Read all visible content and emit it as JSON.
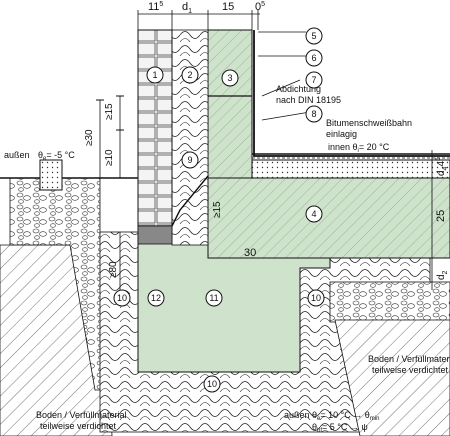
{
  "dims_top": {
    "d1": "11",
    "d1_sup": "5",
    "d2": "d",
    "d2_sub": "1",
    "d3": "15",
    "d4": "0",
    "d4_sup": "5"
  },
  "dims_left": {
    "v1": "≥15",
    "v2": "≥30",
    "v3": "≥10",
    "v4": "≥80"
  },
  "dims_right": {
    "d4": "d",
    "d4_sub": "4",
    "d4b": "4",
    "d4b_sup": "5",
    "r25": "25",
    "d2": "d",
    "d2_sub": "2"
  },
  "dims_inner": {
    "ge15": "≥15",
    "w30": "30"
  },
  "annotations": {
    "abdichtung_1": "Abdichtung",
    "abdichtung_2": "nach DIN 18195",
    "bitumen_1": "Bitumenschweißbahn",
    "bitumen_2": "einlagig",
    "innen": "innen   θ",
    "innen_sub": "i",
    "innen_val": "=  20 °C",
    "aussen": "außen",
    "aussen_theta": "θ",
    "aussen_sub": "e",
    "aussen_val": "= -5 °C",
    "boden_right_1": "Boden / Verfüllmaterial",
    "boden_right_2": "teilweise verdichtet",
    "boden_left_1": "Boden / Verfüllmaterial",
    "boden_left_2": "teilweise verdichtet",
    "bottom_aussen": "außen",
    "bottom_theta_e": "θ",
    "bottom_e_sub": "e",
    "bottom_e_val": "=   10 °C → θ",
    "bottom_e_min": "min",
    "bottom_theta_bf": "θ",
    "bottom_bf_sub": "bf",
    "bottom_bf_val": "=     5 °C → ψ"
  },
  "markers": [
    "1",
    "2",
    "3",
    "4",
    "5",
    "6",
    "7",
    "8",
    "9",
    "10",
    "11",
    "12"
  ],
  "colors": {
    "concrete": "#cfe3cc",
    "line": "#111111",
    "brick": "#f4f4f4"
  }
}
